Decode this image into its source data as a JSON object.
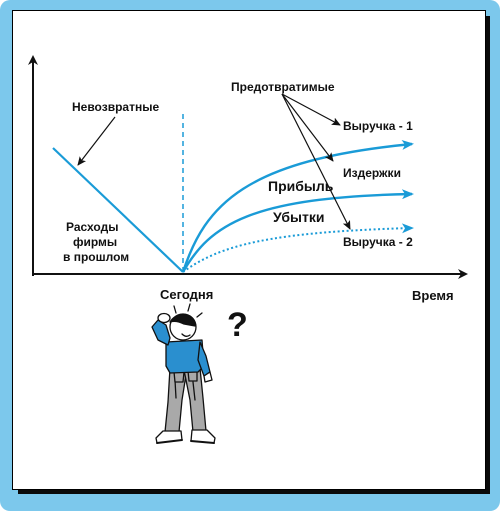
{
  "labels": {
    "sunk": "Невозвратные",
    "avoidable": "Предотвратимые",
    "revenue1": "Выручка - 1",
    "costs": "Издержки",
    "profit": "Прибыль",
    "losses": "Убытки",
    "revenue2": "Выручка - 2",
    "past_costs_line1": "Расходы",
    "past_costs_line2": "фирмы",
    "past_costs_line3": "в прошлом",
    "today": "Сегодня",
    "time_axis": "Время",
    "question": "?"
  },
  "colors": {
    "frame": "#7cc8ec",
    "line": "#1a9bd7",
    "shadow": "#0a0a0a",
    "shirt": "#2a8fcf",
    "pants": "#a9a9a9"
  }
}
